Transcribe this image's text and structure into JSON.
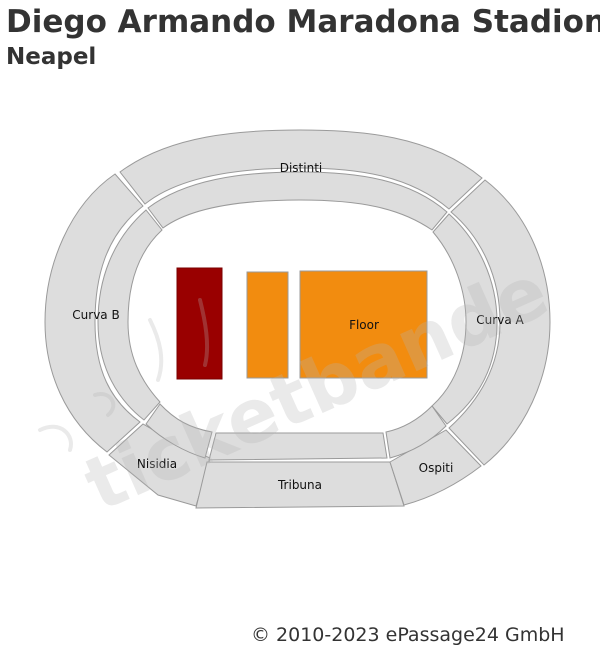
{
  "header": {
    "title": "Diego Armando Maradona Stadion",
    "subtitle": "Neapel"
  },
  "sections": {
    "distinti": "Distinti",
    "curva_b": "Curva B",
    "curva_a": "Curva A",
    "floor": "Floor",
    "nisidia": "Nisidia",
    "tribuna": "Tribuna",
    "ospiti": "Ospiti"
  },
  "colors": {
    "section_fill": "#dddddd",
    "highlight_dark_red": "#990000",
    "highlight_orange": "#f28c0f"
  },
  "watermark": "ticketbande",
  "footer": "© 2010-2023 ePassage24 GmbH"
}
